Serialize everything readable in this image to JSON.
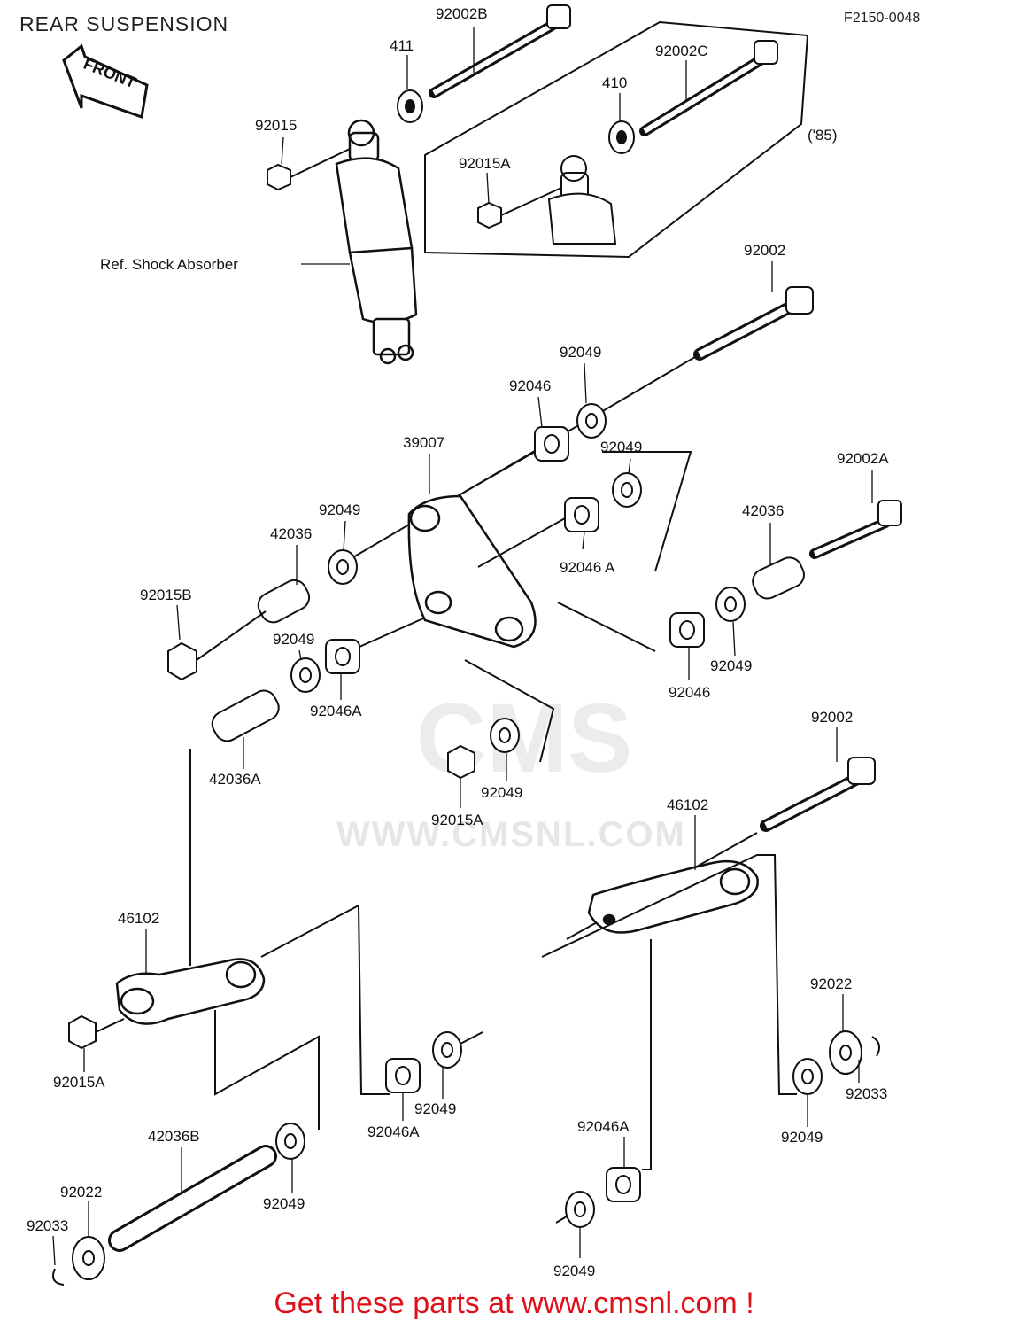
{
  "header": {
    "title": "REAR SUSPENSION",
    "diagram_code": "F2150-0048"
  },
  "front_arrow": {
    "label": "FRONT"
  },
  "watermark": {
    "brand": "CMS",
    "url": "WWW.CMSNL.COM"
  },
  "labels": {
    "l92002B": "92002B",
    "l411": "411",
    "l92002C": "92002C",
    "l410": "410",
    "l92015": "92015",
    "l85": "('85)",
    "l92015A_top": "92015A",
    "shock_ref": "Ref.  Shock  Absorber",
    "l92002_top": "92002",
    "l92049_a": "92049",
    "l92046_a": "92046",
    "l39007": "39007",
    "l92049_b": "92049",
    "l92002A": "92002A",
    "l92049_c": "92049",
    "l42036_a": "42036",
    "l42036_b": "42036",
    "l92046A_a": "92046 A",
    "l92015B": "92015B",
    "l92049_d": "92049",
    "l92049_e": "92049",
    "l92046_b": "92046",
    "l92046A_b": "92046A",
    "l42036A": "42036A",
    "l92049_f": "92049",
    "l92015A_mid": "92015A",
    "l92002_mid": "92002",
    "l46102_right": "46102",
    "l46102_left": "46102",
    "l92022_right": "92022",
    "l92033_right": "92033",
    "l92049_g": "92049",
    "l92015A_low": "92015A",
    "l92049_h": "92049",
    "l92046A_c": "92046A",
    "l42036B": "42036B",
    "l92046A_d": "92046A",
    "l92022_left": "92022",
    "l92033_left": "92033",
    "l92049_i": "92049",
    "l92049_j": "92049"
  },
  "footer": {
    "text": "Get these parts at www.cmsnl.com !"
  }
}
